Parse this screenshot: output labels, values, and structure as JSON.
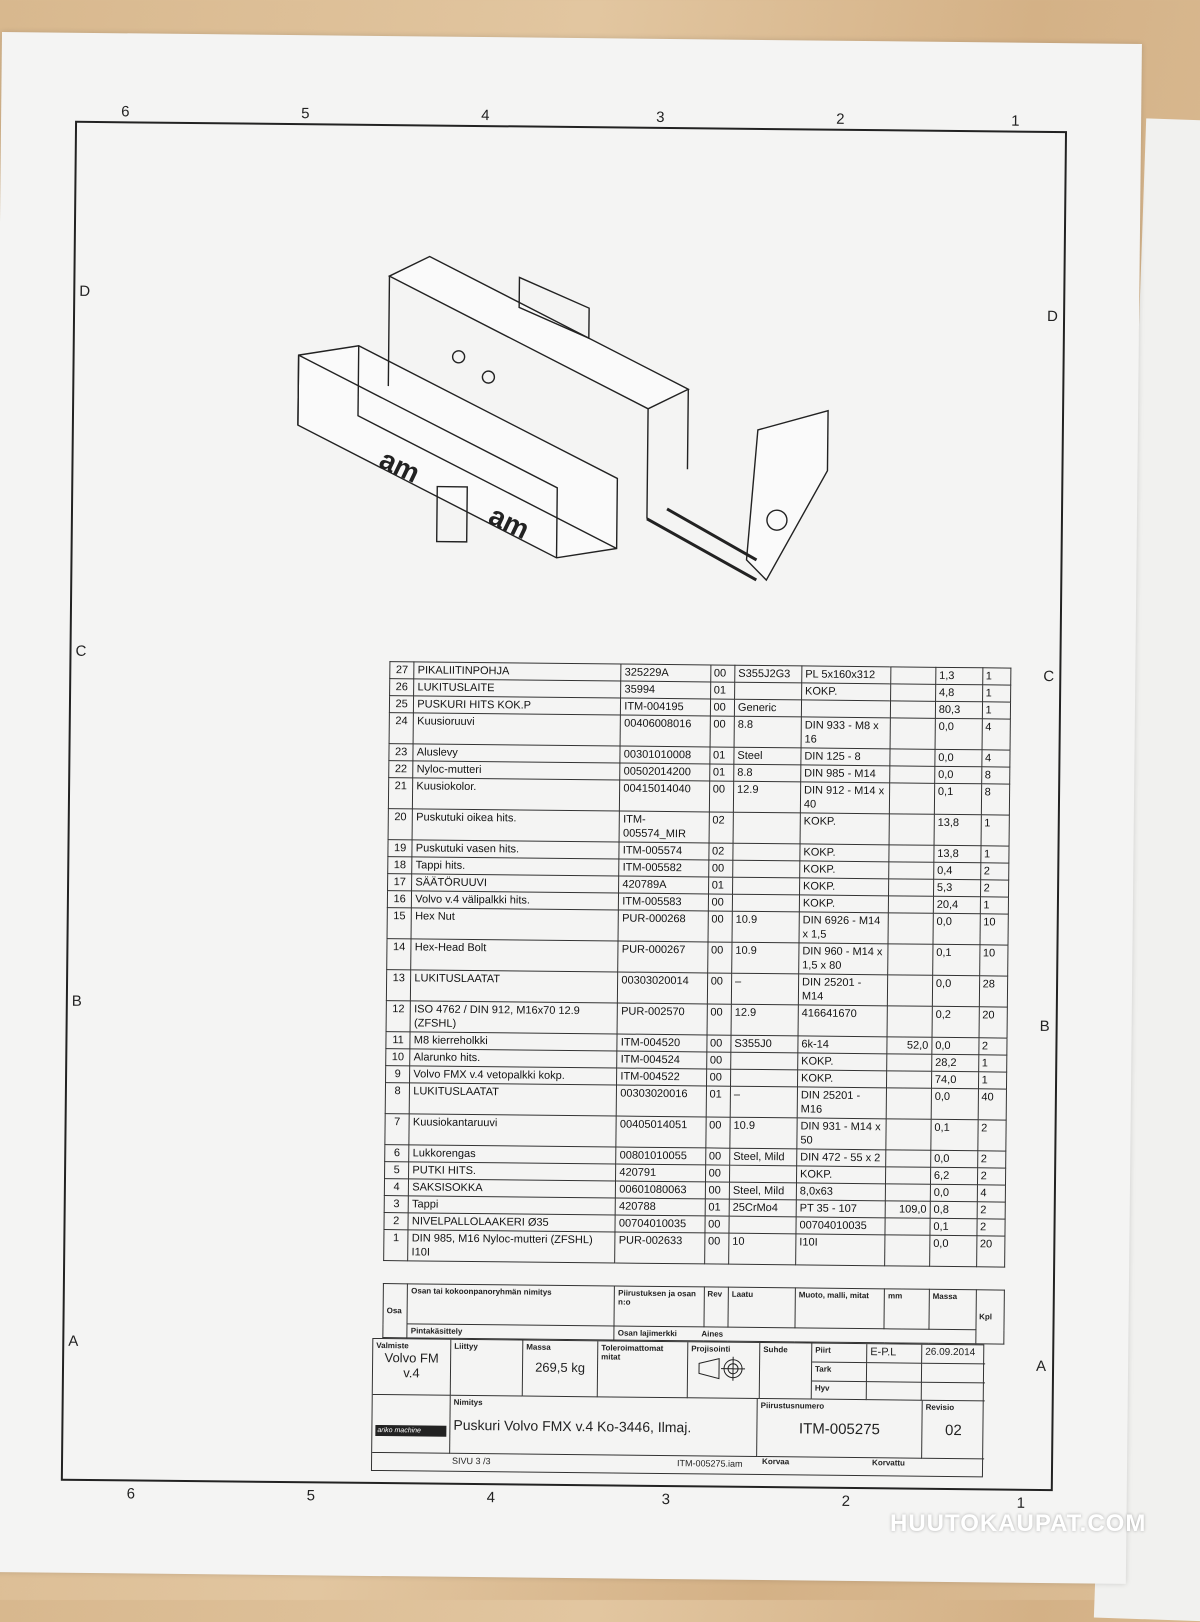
{
  "frame": {
    "top_zones": [
      "6",
      "5",
      "4",
      "3",
      "2",
      "1"
    ],
    "bottom_zones": [
      "6",
      "5",
      "4",
      "3",
      "2",
      "1"
    ],
    "side_zones": [
      "D",
      "C",
      "B",
      "A"
    ]
  },
  "illustration": {
    "logo_text": "am"
  },
  "bom_rows": [
    [
      "27",
      "PIKALIITINPOHJA",
      "325229A",
      "00",
      "S355J2G3",
      "PL 5x160x312",
      "",
      "1,3",
      "1"
    ],
    [
      "26",
      "LUKITUSLAITE",
      "35994",
      "01",
      "",
      "KOKP.",
      "",
      "4,8",
      "1"
    ],
    [
      "25",
      "PUSKURI HITS KOK.P",
      "ITM-004195",
      "00",
      "Generic",
      "",
      "",
      "80,3",
      "1"
    ],
    [
      "24",
      "Kuusioruuvi",
      "00406008016",
      "00",
      "8.8",
      "DIN 933 - M8 x 16",
      "",
      "0,0",
      "4"
    ],
    [
      "23",
      "Aluslevy",
      "00301010008",
      "01",
      "Steel",
      "DIN 125 - 8",
      "",
      "0,0",
      "4"
    ],
    [
      "22",
      "Nyloc-mutteri",
      "00502014200",
      "01",
      "8.8",
      "DIN 985 - M14",
      "",
      "0,0",
      "8"
    ],
    [
      "21",
      "Kuusiokolor.",
      "00415014040",
      "00",
      "12.9",
      "DIN 912 - M14 x 40",
      "",
      "0,1",
      "8"
    ],
    [
      "20",
      "Puskutuki oikea hits.",
      "ITM-005574_MIR",
      "02",
      "",
      "KOKP.",
      "",
      "13,8",
      "1"
    ],
    [
      "19",
      "Puskutuki vasen hits.",
      "ITM-005574",
      "02",
      "",
      "KOKP.",
      "",
      "13,8",
      "1"
    ],
    [
      "18",
      "Tappi hits.",
      "ITM-005582",
      "00",
      "",
      "KOKP.",
      "",
      "0,4",
      "2"
    ],
    [
      "17",
      "SÄÄTÖRUUVI",
      "420789A",
      "01",
      "",
      "KOKP.",
      "",
      "5,3",
      "2"
    ],
    [
      "16",
      "Volvo v.4 välipalkki hits.",
      "ITM-005583",
      "00",
      "",
      "KOKP.",
      "",
      "20,4",
      "1"
    ],
    [
      "15",
      "Hex Nut",
      "PUR-000268",
      "00",
      "10.9",
      "DIN 6926 - M14 x 1,5",
      "",
      "0,0",
      "10"
    ],
    [
      "14",
      "Hex-Head Bolt",
      "PUR-000267",
      "00",
      "10.9",
      "DIN 960 - M14 x 1,5 x 80",
      "",
      "0,1",
      "10"
    ],
    [
      "13",
      "LUKITUSLAATAT",
      "00303020014",
      "00",
      "–",
      "DIN 25201 - M14",
      "",
      "0,0",
      "28"
    ],
    [
      "12",
      "ISO 4762 / DIN 912, M16x70 12.9 (ZFSHL)",
      "PUR-002570",
      "00",
      "12.9",
      "416641670",
      "",
      "0,2",
      "20"
    ],
    [
      "11",
      "M8 kierreholkki",
      "ITM-004520",
      "00",
      "S355J0",
      "6k-14",
      "52,0",
      "0,0",
      "2"
    ],
    [
      "10",
      "Alarunko hits.",
      "ITM-004524",
      "00",
      "",
      "KOKP.",
      "",
      "28,2",
      "1"
    ],
    [
      "9",
      "Volvo FMX v.4 vetopalkki kokp.",
      "ITM-004522",
      "00",
      "",
      "KOKP.",
      "",
      "74,0",
      "1"
    ],
    [
      "8",
      "LUKITUSLAATAT",
      "00303020016",
      "01",
      "–",
      "DIN 25201 - M16",
      "",
      "0,0",
      "40"
    ],
    [
      "7",
      "Kuusiokantaruuvi",
      "00405014051",
      "00",
      "10.9",
      "DIN 931 - M14 x 50",
      "",
      "0,1",
      "2"
    ],
    [
      "6",
      "Lukkorengas",
      "00801010055",
      "00",
      "Steel, Mild",
      "DIN 472 - 55 x 2",
      "",
      "0,0",
      "2"
    ],
    [
      "5",
      "PUTKI HITS.",
      "420791",
      "00",
      "",
      "KOKP.",
      "",
      "6,2",
      "2"
    ],
    [
      "4",
      "SAKSISOKKA",
      "00601080063",
      "00",
      "Steel, Mild",
      "8,0x63",
      "",
      "0,0",
      "4"
    ],
    [
      "3",
      "Tappi",
      "420788",
      "01",
      "25CrMo4",
      "PT 35 - 107",
      "109,0",
      "0,8",
      "2"
    ],
    [
      "2",
      "NIVELPALLOLAAKERI Ø35",
      "00704010035",
      "00",
      "",
      "00704010035",
      "",
      "0,1",
      "2"
    ],
    [
      "1",
      "DIN 985, M16 Nyloc-mutteri (ZFSHL) I10I",
      "PUR-002633",
      "00",
      "10",
      "I10I",
      "",
      "0,0",
      "20"
    ]
  ],
  "bom_header": {
    "osa": "Osa",
    "nimitys": "Osan tai kokoonpanoryhmän nimitys",
    "piirustus": "Piirustuksen ja osan n:o",
    "rev": "Rev",
    "laatu": "Laatu",
    "muoto": "Muoto, malli, mitat",
    "mm": "mm",
    "massa": "Massa",
    "aines": "Aines",
    "kpl": "Kpl",
    "pinta": "Pintakäsittely",
    "lajimerkki": "Osan lajimerkki"
  },
  "title_block": {
    "valmiste_label": "Valmiste",
    "valmiste": "Volvo FM v.4",
    "liittyy_label": "Liittyy",
    "massa_label": "Massa",
    "massa": "269,5 kg",
    "tol_label": "Toleroimattomat mitat",
    "proj_label": "Projisointi",
    "suhde_label": "Suhde",
    "piirt_label": "Piirt",
    "piirt": "E-P.L",
    "date": "26.09.2014",
    "tark_label": "Tark",
    "hyv_label": "Hyv",
    "nimitys_label": "Nimitys",
    "nimitys": "Puskuri Volvo FMX v.4  Ko-3446, Ilmaj.",
    "piirnum_label": "Piirustusnumero",
    "piirnum": "ITM-005275",
    "revisio_label": "Revisio",
    "revisio": "02",
    "company_logo": "ariko machine",
    "sivu": "SIVU 3 /3",
    "file": "ITM-005275.iam",
    "korvaa_label": "Korvaa",
    "korvattu_label": "Korvattu"
  },
  "watermark": "HUUTOKAUPAT.COM"
}
